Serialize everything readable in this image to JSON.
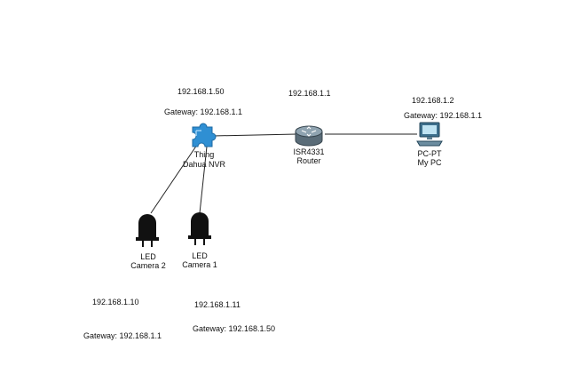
{
  "devices": {
    "nvr": {
      "type_label": "Thing",
      "name": "Dahua NVR",
      "ip": "192.168.1.50",
      "gateway": "Gateway: 192.168.1.1",
      "icon": "puzzle-thing-icon",
      "color": "#2f8fd3"
    },
    "router": {
      "type_label": "ISR4331",
      "name": "Router",
      "ip": "192.168.1.1",
      "icon": "router-icon",
      "color": "#5a6c78"
    },
    "pc": {
      "type_label": "PC-PT",
      "name": "My PC",
      "ip": "192.168.1.2",
      "gateway": "Gateway: 192.168.1.1",
      "icon": "desktop-pc-icon",
      "color": "#3d6f8c"
    },
    "camera2": {
      "type_label": "LED",
      "name": "Camera 2",
      "ip": "192.168.1.10",
      "gateway": "Gateway: 192.168.1.1",
      "icon": "led-icon",
      "color": "#111111"
    },
    "camera1": {
      "type_label": "LED",
      "name": "Camera 1",
      "ip": "192.168.1.11",
      "gateway": "Gateway: 192.168.1.50",
      "icon": "led-icon",
      "color": "#111111"
    }
  },
  "links": [
    {
      "from": "nvr",
      "to": "router"
    },
    {
      "from": "router",
      "to": "pc"
    },
    {
      "from": "nvr",
      "to": "camera2"
    },
    {
      "from": "nvr",
      "to": "camera1"
    }
  ]
}
